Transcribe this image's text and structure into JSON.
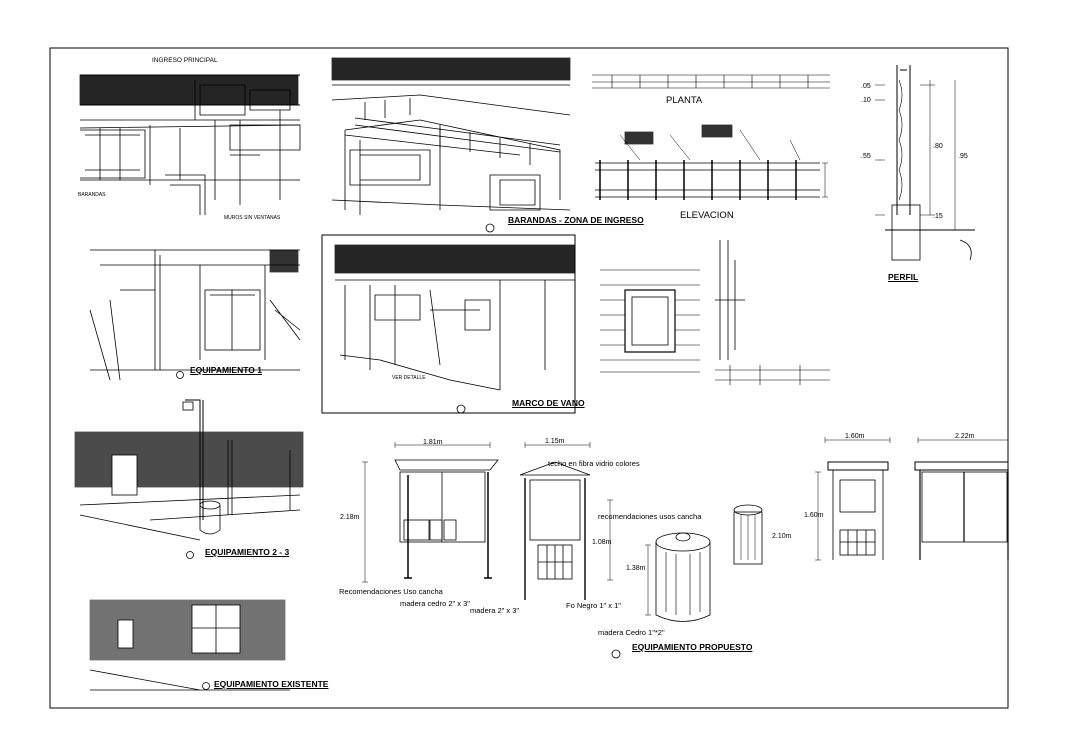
{
  "sheet": {
    "title_barandas": "BARANDAS - ZONA DE INGRESO",
    "title_marco": "MARCO DE VANO",
    "title_equip1": "EQUIPAMIENTO 1",
    "title_equip23": "EQUIPAMIENTO 2 - 3",
    "title_propuesto": "EQUIPAMIENTO PROPUESTO",
    "title_planta": "PLANTA",
    "title_elevacion": "ELEVACION",
    "title_perfil": "PERFIL",
    "title_bottom_left": "EQUIPAMIENTO EXISTENTE"
  },
  "labels": {
    "ingreso_principal": "INGRESO PRINCIPAL",
    "barandas": "BARANDAS",
    "muros_ventanas": "MUROS SIN VENTANAS",
    "ver_detalle": "VER DETALLE",
    "techo_fibra": "techo en fibra vidrio colores",
    "recomendaciones_uso": "recomendaciones usos cancha",
    "recomendaciones_cancha": "Recomendaciones Uso cancha",
    "madera_cedro": "madera cedro 2\" x 3\"",
    "madera_2x3": "madera 2\" x 3\"",
    "fo_negro": "Fo Negro 1\" x 1\"",
    "madera_cedro_small": "madera Cedro 1\"*2\""
  },
  "dimensions": {
    "d_181": "1.81m",
    "d_218": "2.18m",
    "d_115": "1.15m",
    "d_108": "1.08m",
    "d_138": "1.38m",
    "d_160": "1.60m",
    "d_210": "2.10m",
    "d_160b": "1.60m",
    "d_222": "2.22m",
    "p_05": ".05",
    "p_10": ".10",
    "p_55": ".55",
    "p_80": ".80",
    "p_95": ".95",
    "p_15": ".15"
  }
}
